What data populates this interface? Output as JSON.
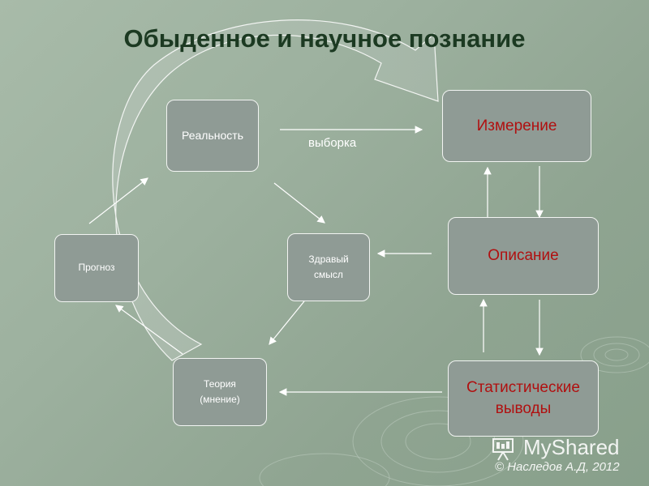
{
  "title": "Обыденное и научное познание",
  "nodes": {
    "reality": "Реальность",
    "measurement": "Измерение",
    "description": "Описание",
    "stat_conclusions": "Статистические выводы",
    "common_sense": "Здравый смысл",
    "forecast": "Прогноз",
    "theory": "Теория (мнение)"
  },
  "edge_labels": {
    "sampling": "выборка"
  },
  "watermark": {
    "logo_text": "MyShared",
    "copyright": "© Наследов А.Д, 2012"
  },
  "colors": {
    "background": "#9db19f",
    "box_fill": "#8f9b95",
    "box_border": "#f2f4f2",
    "accent_text": "#b01010",
    "title_text": "#1c3a22"
  }
}
